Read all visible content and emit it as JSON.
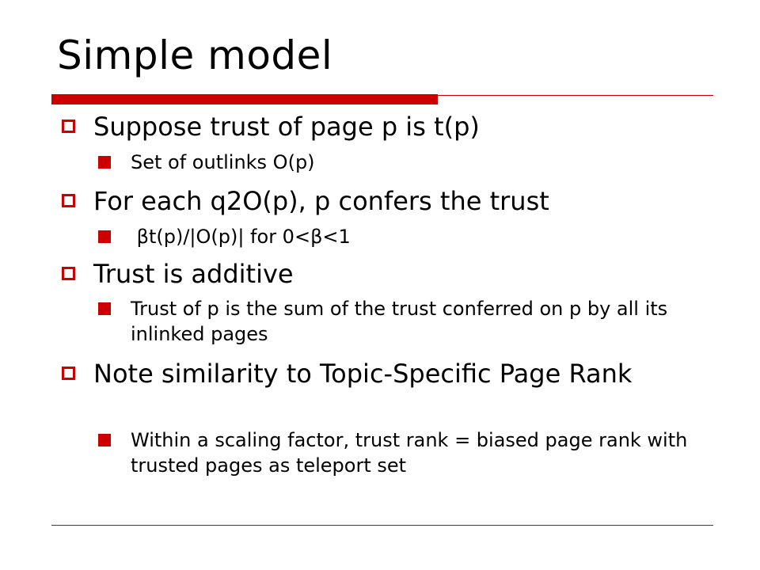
{
  "slide": {
    "title": "Simple model",
    "accent_color": "#cc0000",
    "bullets": [
      {
        "text": "Suppose trust of page p is t(p)",
        "sub": [
          "Set of outlinks O(p)"
        ]
      },
      {
        "text": "For each q2O(p), p confers the trust",
        "sub": [
          " βt(p)/|O(p)| for 0<β<1"
        ]
      },
      {
        "text": "Trust is additive",
        "sub": [
          "Trust of p is the sum of the trust conferred on p by all its inlinked pages"
        ]
      },
      {
        "text": "Note similarity to Topic-Specific Page Rank",
        "sub": [
          "Within a scaling factor, trust rank = biased page rank with trusted pages as teleport set"
        ]
      }
    ]
  }
}
